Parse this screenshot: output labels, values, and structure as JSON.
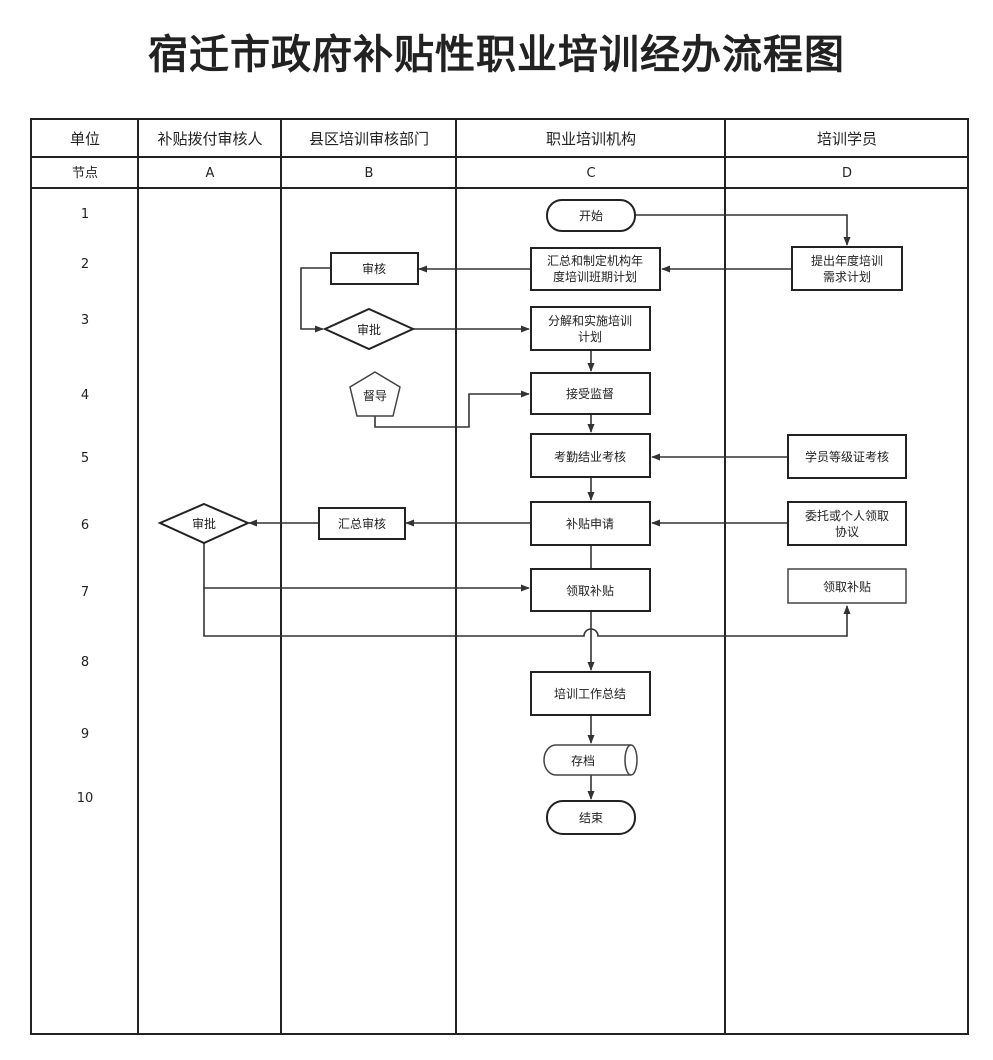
{
  "title": "宿迁市政府补贴性职业培训经办流程图",
  "header": {
    "unit_label": "单位",
    "node_label": "节点",
    "lanes": [
      {
        "name": "补贴拨付审核人",
        "code": "A"
      },
      {
        "name": "县区培训审核部门",
        "code": "B"
      },
      {
        "name": "职业培训机构",
        "code": "C"
      },
      {
        "name": "培训学员",
        "code": "D"
      }
    ]
  },
  "nodes": [
    "1",
    "2",
    "3",
    "4",
    "5",
    "6",
    "7",
    "8",
    "9",
    "10"
  ],
  "shapes": {
    "start": "开始",
    "summarize_plan_l1": "汇总和制定机构年",
    "summarize_plan_l2": "度培训班期计划",
    "student_demand_l1": "提出年度培训",
    "student_demand_l2": "需求计划",
    "review": "审核",
    "approve_b": "审批",
    "implement_l1": "分解和实施培训",
    "implement_l2": "计划",
    "supervise": "督导",
    "accept_supervision": "接受监督",
    "attendance_exam": "考勤结业考核",
    "student_cert_exam": "学员等级证考核",
    "approve_a": "审批",
    "summary_review": "汇总审核",
    "subsidy_apply": "补贴申请",
    "entrust_l1": "委托或个人领取",
    "entrust_l2": "协议",
    "receive_subsidy_c": "领取补贴",
    "receive_subsidy_d": "领取补贴",
    "work_summary": "培训工作总结",
    "archive": "存档",
    "end": "结束"
  }
}
